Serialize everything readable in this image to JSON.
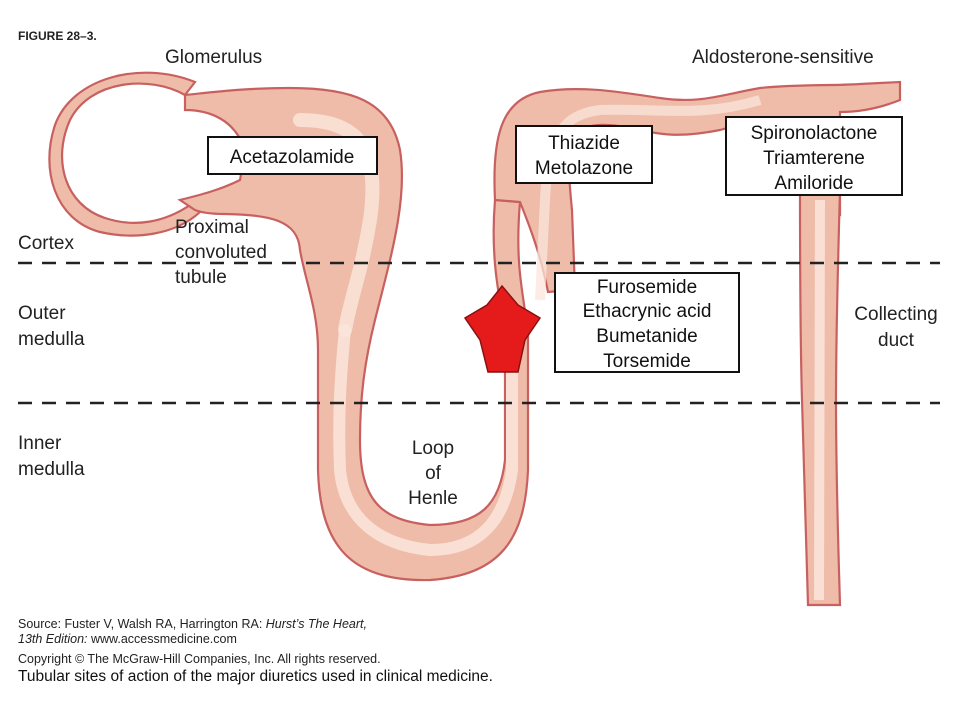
{
  "figure_label": "FIGURE 28–3.",
  "labels": {
    "glomerulus": "Glomerulus",
    "aldosterone": "Aldosterone-sensitive",
    "proximal": [
      "Proximal",
      "convoluted",
      "tubule"
    ],
    "cortex": "Cortex",
    "outer_medulla": [
      "Outer",
      "medulla"
    ],
    "inner_medulla": [
      "Inner",
      "medulla"
    ],
    "loop_of_henle": [
      "Loop",
      "of",
      "Henle"
    ],
    "collecting_duct": [
      "Collecting",
      "duct"
    ]
  },
  "boxes": {
    "acetazolamide": [
      "Acetazolamide"
    ],
    "thiazide": [
      "Thiazide",
      "Metolazone"
    ],
    "potassium_sparing": [
      "Spironolactone",
      "Triamterene",
      "Amiloride"
    ],
    "loop_diuretics": [
      "Furosemide",
      "Ethacrynic acid",
      "Bumetanide",
      "Torsemide"
    ]
  },
  "source": {
    "prefix": "Source: Fuster V, Walsh RA, Harrington RA: ",
    "book": "Hurst’s The Heart,",
    "edition": "13th Edition:",
    "url": " www.accessmedicine.com",
    "copyright": "Copyright © The McGraw-Hill Companies, Inc. All rights reserved."
  },
  "caption": "Tubular sites of action of the major diuretics used in clinical medicine.",
  "colors": {
    "tubule_fill": "#eebca8",
    "tubule_center": "#fbe8df",
    "tubule_stroke": "#c86060",
    "star": "#e51b1b"
  }
}
